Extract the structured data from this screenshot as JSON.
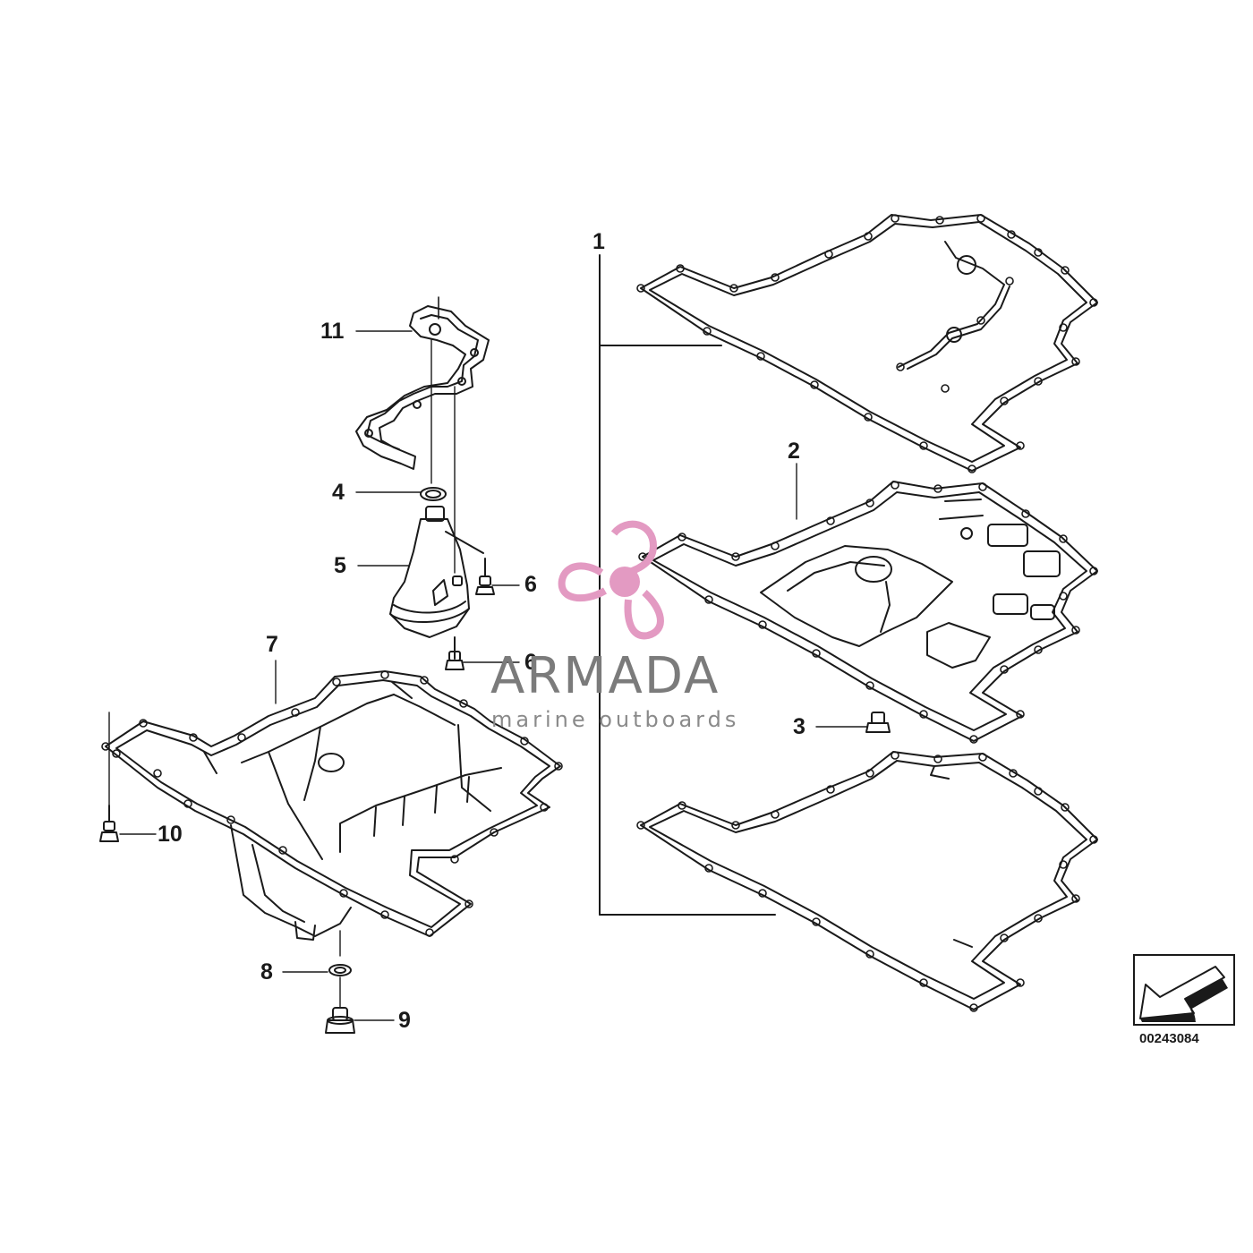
{
  "callouts": {
    "c1": "1",
    "c2": "2",
    "c3": "3",
    "c4": "4",
    "c5": "5",
    "c6a": "6",
    "c6b": "6",
    "c7": "7",
    "c8": "8",
    "c9": "9",
    "c10": "10",
    "c11": "11"
  },
  "watermark": {
    "name": "ARMADA",
    "tagline": "marine outboards",
    "logo_color": "#e39ac2",
    "text_color": "#7b7b7b"
  },
  "doc_number": "00243084",
  "colors": {
    "line": "#1a1a1a",
    "background": "#ffffff"
  }
}
